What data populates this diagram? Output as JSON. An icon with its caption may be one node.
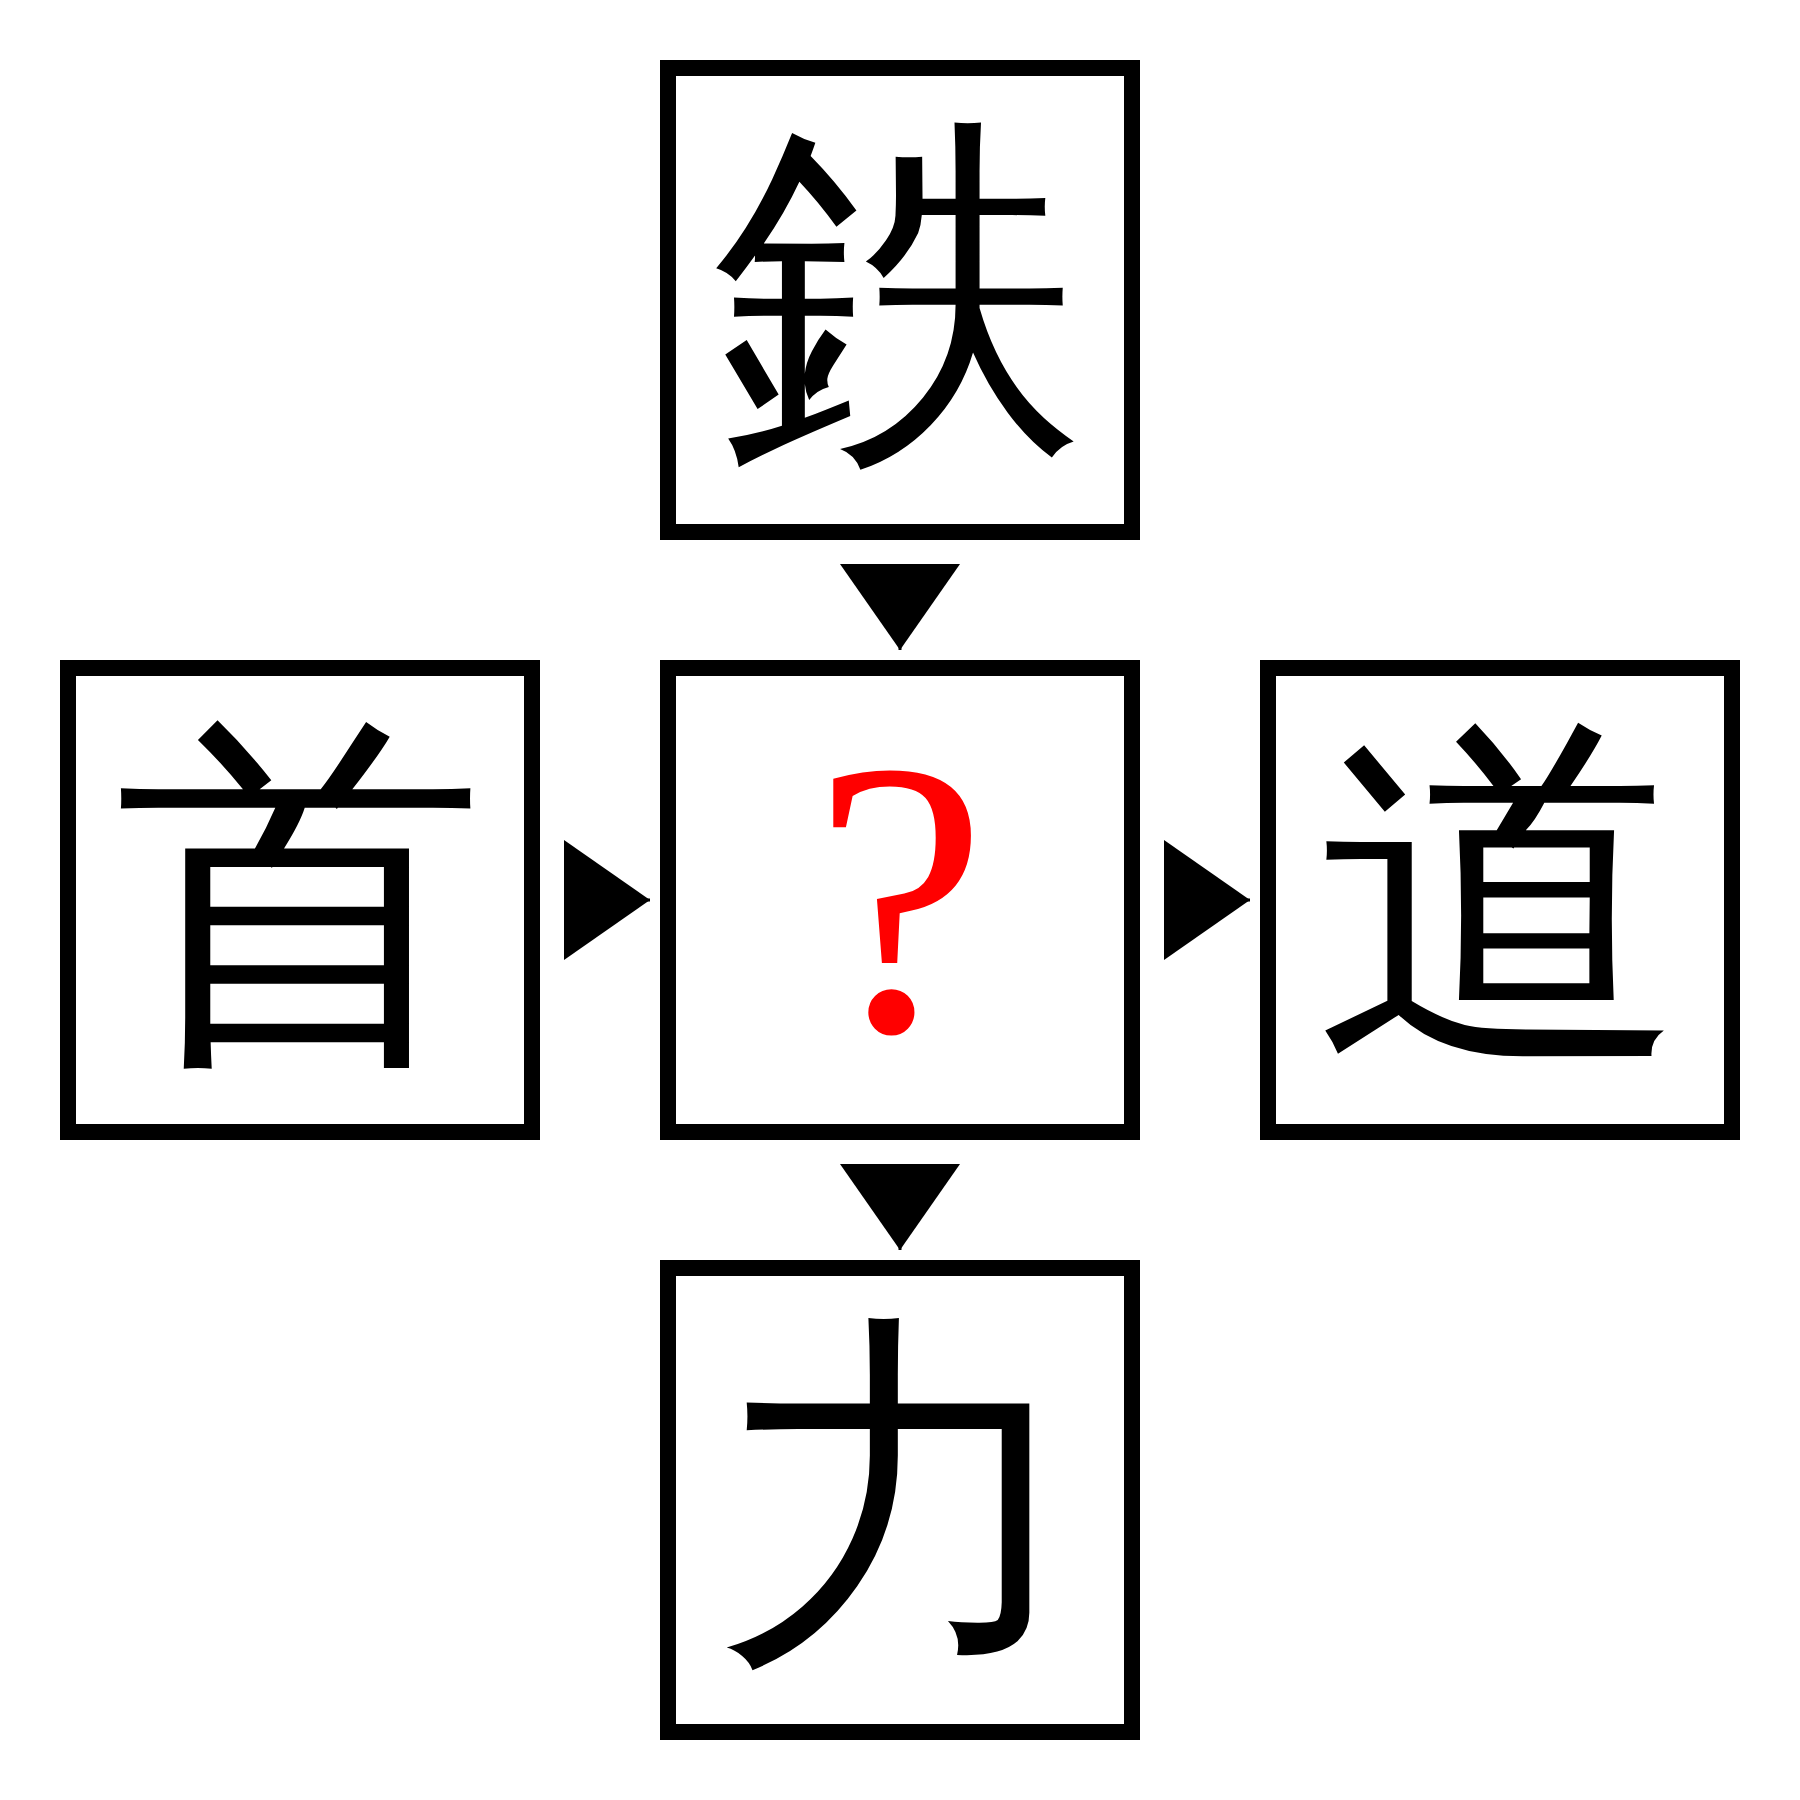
{
  "diagram": {
    "nodes": [
      {
        "text": [
          "鉄"
        ]
      },
      {
        "text": [
          "首"
        ]
      },
      {
        "text": [
          "?"
        ]
      },
      {
        "text": [
          "道"
        ]
      },
      {
        "text": [
          "力"
        ]
      }
    ],
    "edges": [
      {
        "from": 0,
        "to": 2,
        "arrow": "to"
      },
      {
        "from": 1,
        "to": 2,
        "arrow": "to"
      },
      {
        "from": 2,
        "to": 3,
        "arrow": "to"
      },
      {
        "from": 2,
        "to": 4,
        "arrow": "to"
      }
    ]
  }
}
